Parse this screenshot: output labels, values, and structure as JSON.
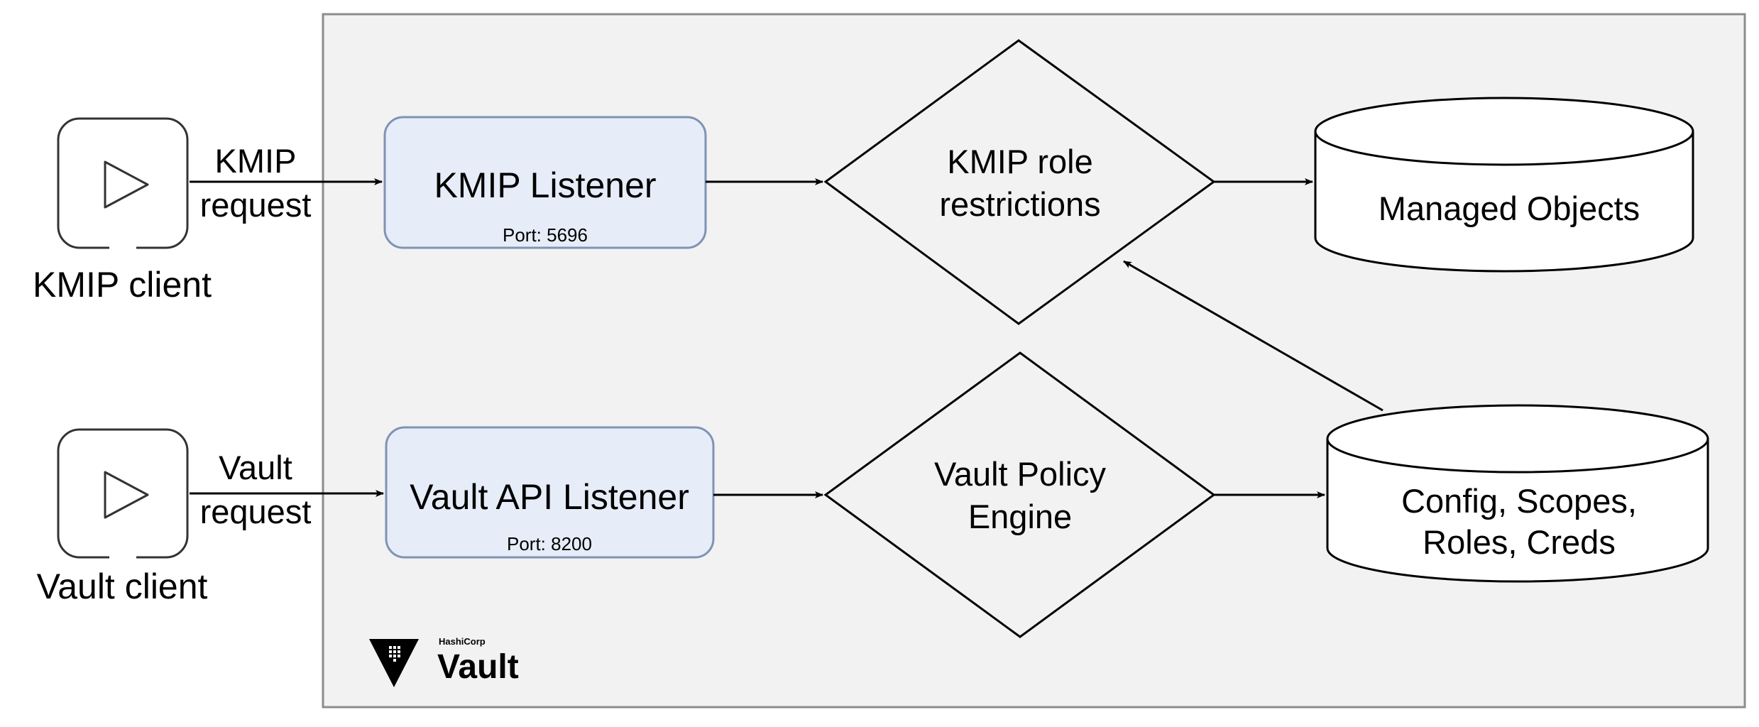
{
  "vault_area": {
    "brand_small": "HashiCorp",
    "brand_name": "Vault"
  },
  "clients": [
    {
      "name": "KMIP client",
      "request_line1": "KMIP",
      "request_line2": "request"
    },
    {
      "name": "Vault client",
      "request_line1": "Vault",
      "request_line2": "request"
    }
  ],
  "listeners": [
    {
      "name": "KMIP Listener",
      "port": "Port: 5696"
    },
    {
      "name": "Vault API Listener",
      "port": "Port: 8200"
    }
  ],
  "decisions": [
    {
      "line1": "KMIP role",
      "line2": "restrictions"
    },
    {
      "line1": "Vault Policy",
      "line2": "Engine"
    }
  ],
  "stores": [
    {
      "line1": "Managed Objects"
    },
    {
      "line1": "Config, Scopes,",
      "line2": "Roles, Creds"
    }
  ],
  "colors": {
    "frame_fill": "#f2f2f2",
    "frame_stroke": "#8c8c8c",
    "listener_fill": "#e6edf8",
    "listener_stroke": "#7f93b4",
    "line": "#000000"
  }
}
